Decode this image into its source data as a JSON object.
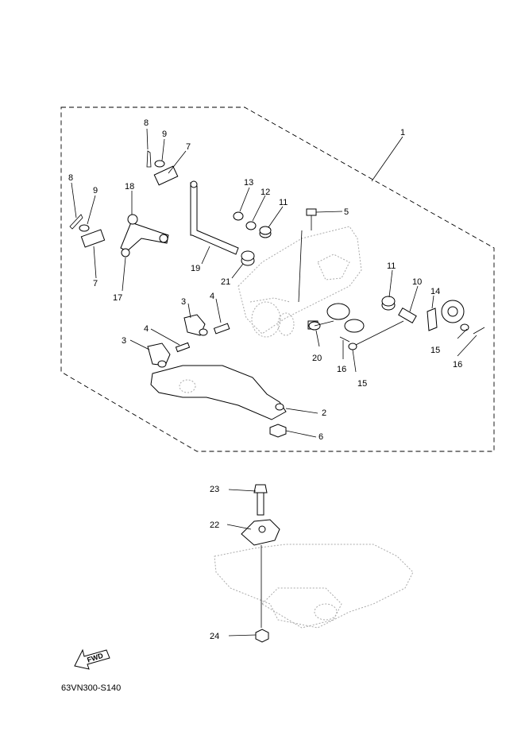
{
  "callouts": {
    "c1": "1",
    "c2": "2",
    "c3a": "3",
    "c3b": "3",
    "c4a": "4",
    "c4b": "4",
    "c5": "5",
    "c6": "6",
    "c7a": "7",
    "c7b": "7",
    "c8a": "8",
    "c8b": "8",
    "c9a": "9",
    "c9b": "9",
    "c10": "10",
    "c11a": "11",
    "c11b": "11",
    "c12": "12",
    "c13": "13",
    "c14": "14",
    "c15a": "15",
    "c15b": "15",
    "c16a": "16",
    "c16b": "16",
    "c17": "17",
    "c18": "18",
    "c19": "19",
    "c20": "20",
    "c21": "21",
    "c22": "22",
    "c23": "23",
    "c24": "24"
  },
  "fwd_label": "FWD",
  "diagram_code": "63VN300-S140"
}
